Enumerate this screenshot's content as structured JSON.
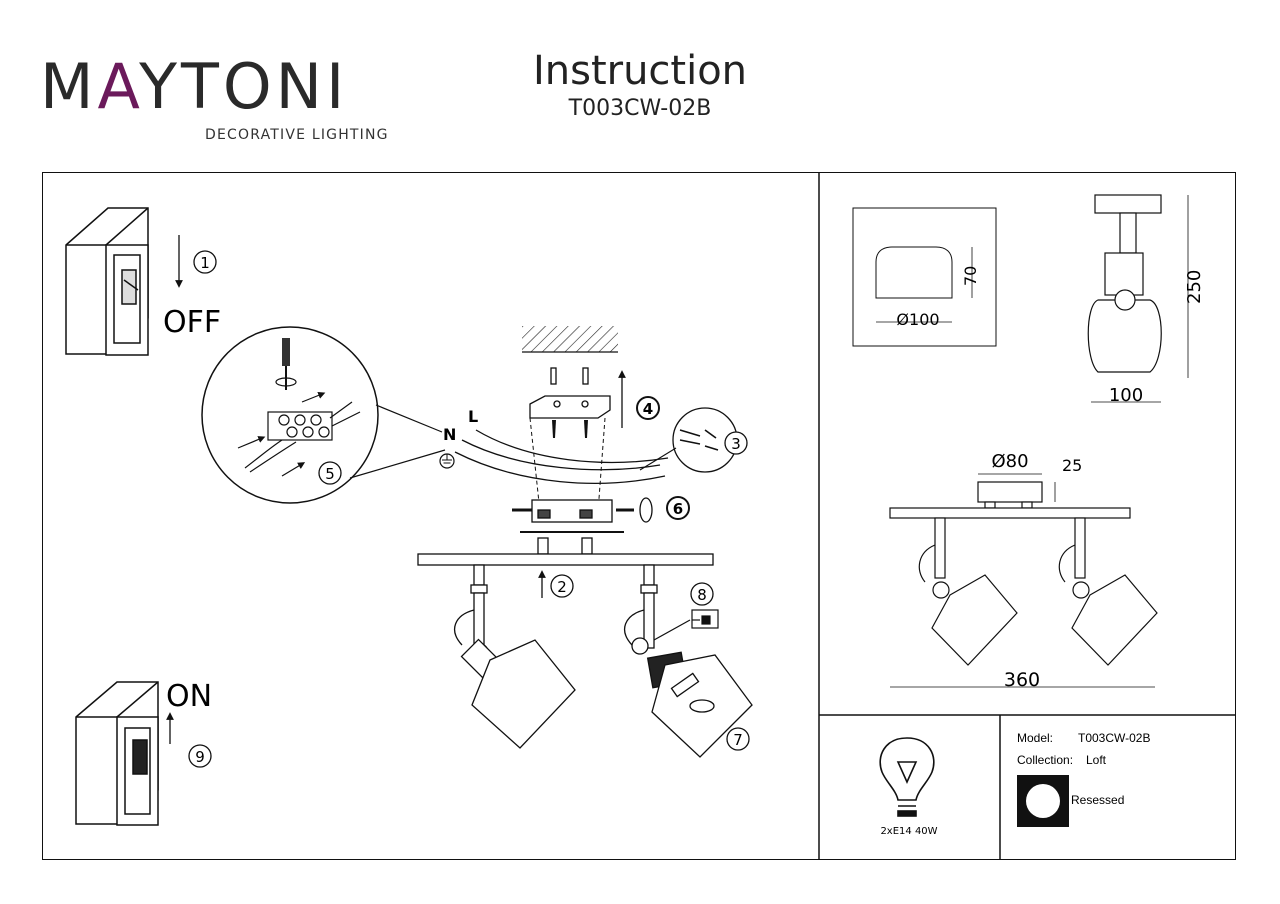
{
  "header": {
    "logo_text_left": "M",
    "logo_text_accent": "A",
    "logo_text_right": "YTONI",
    "tagline": "DECORATIVE LIGHTING",
    "title": "Instruction",
    "model": "T003CW-02B"
  },
  "steps": {
    "s1": "1",
    "s2": "2",
    "s3": "3",
    "s4": "4",
    "s5": "5",
    "s6": "6",
    "s7": "7",
    "s8": "8",
    "s9": "9"
  },
  "switch": {
    "off_label": "OFF",
    "on_label": "ON"
  },
  "wires": {
    "neutral": "N",
    "live": "L"
  },
  "dimensions": {
    "base_diameter": "Ø100",
    "base_height": "70",
    "side_height": "250",
    "side_width": "100",
    "front_diameter": "Ø80",
    "front_depth": "25",
    "front_width": "360"
  },
  "specs": {
    "model_label": "Model:",
    "model_value": "T003CW-02B",
    "collection_label": "Collection:",
    "collection_value": "Loft",
    "mounting_label": "Resessed",
    "lamp": "2xE14 40W"
  }
}
